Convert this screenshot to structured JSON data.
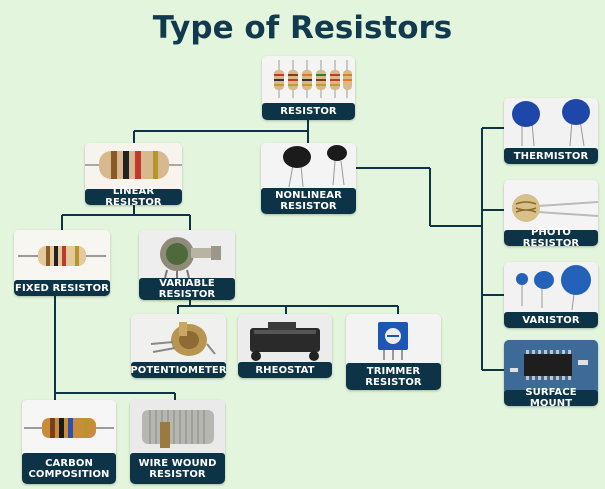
{
  "title": "Type of Resistors",
  "nodes": {
    "resistor": "RESISTOR",
    "linear": "LINEAR RESISTOR",
    "nonlinear": "NONLINEAR\nRESISTOR",
    "fixed": "FIXED RESISTOR",
    "variable": "VARIABLE\nRESISTOR",
    "potentiometer": "POTENTIOMETER",
    "rheostat": "RHEOSTAT",
    "trimmer": "TRIMMER\nRESISTOR",
    "carbon": "CARBON\nCOMPOSITION",
    "wirewound": "WIRE WOUND\nRESISTOR",
    "thermistor": "THERMISTOR",
    "photo": "PHOTO RESISTOR",
    "varistor": "VARISTOR",
    "smd": "SURFACE MOUNT"
  },
  "colors": {
    "background": "#e3f5dc",
    "label": "#0c3446",
    "title": "#123a4f",
    "line": "#0c3446"
  }
}
